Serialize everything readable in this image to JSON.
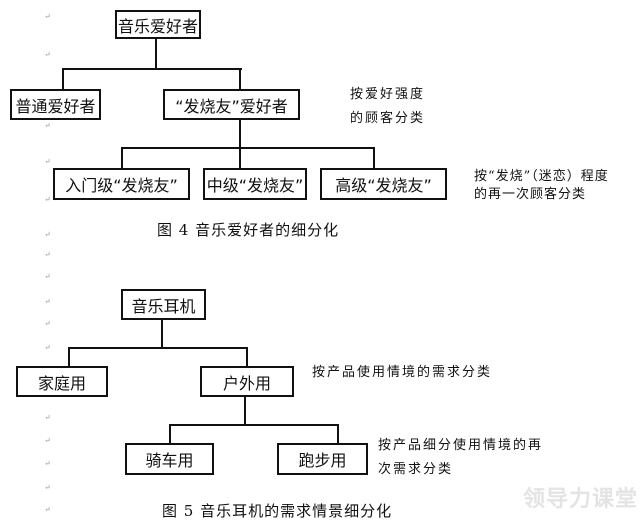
{
  "paragraph_mark": "↵",
  "figure4": {
    "root": "音乐爱好者",
    "level2": [
      "普通爱好者",
      "“发烧友”爱好者"
    ],
    "level3": [
      "入门级“发烧友”",
      "中级“发烧友”",
      "高级“发烧友”"
    ],
    "note1": [
      "按爱好强度",
      "的顾客分类"
    ],
    "note2": [
      "按“发烧”（迷恋）程度",
      "的再一次顾客分类"
    ],
    "caption": "图 4  音乐爱好者的细分化"
  },
  "figure5": {
    "root": "音乐耳机",
    "level2": [
      "家庭用",
      "户外用"
    ],
    "level3": [
      "骑车用",
      "跑步用"
    ],
    "note1": "按产品使用情境的需求分类",
    "note2": [
      "按产品细分使用情境的再",
      "次需求分类"
    ],
    "caption": "图 5  音乐耳机的需求情景细分化"
  },
  "watermark": "领导力课堂"
}
